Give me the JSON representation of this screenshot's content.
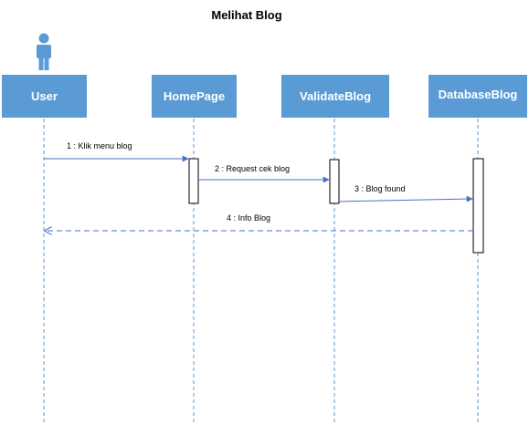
{
  "diagram": {
    "title": "Melihat Blog",
    "colors": {
      "participant_fill": "#5B9BD5",
      "participant_text": "#ffffff",
      "lifeline": "#5B9BD5",
      "arrow": "#4472C4",
      "activation_fill": "#ffffff",
      "activation_stroke": "#000000"
    },
    "actor_icon": "person-icon",
    "participants": [
      {
        "id": "user",
        "label": "User"
      },
      {
        "id": "homepage",
        "label": "HomePage"
      },
      {
        "id": "validateblog",
        "label": "ValidateBlog"
      },
      {
        "id": "databaseblog",
        "label": "DatabaseBlog"
      }
    ],
    "messages": [
      {
        "from": "user",
        "to": "homepage",
        "label": "1 : Klik menu blog",
        "style": "solid"
      },
      {
        "from": "homepage",
        "to": "validateblog",
        "label": "2 : Request cek blog",
        "style": "solid"
      },
      {
        "from": "validateblog",
        "to": "databaseblog",
        "label": "3 : Blog  found",
        "style": "solid"
      },
      {
        "from": "databaseblog",
        "to": "user",
        "label": "4 : Info Blog",
        "style": "dashed"
      }
    ]
  }
}
